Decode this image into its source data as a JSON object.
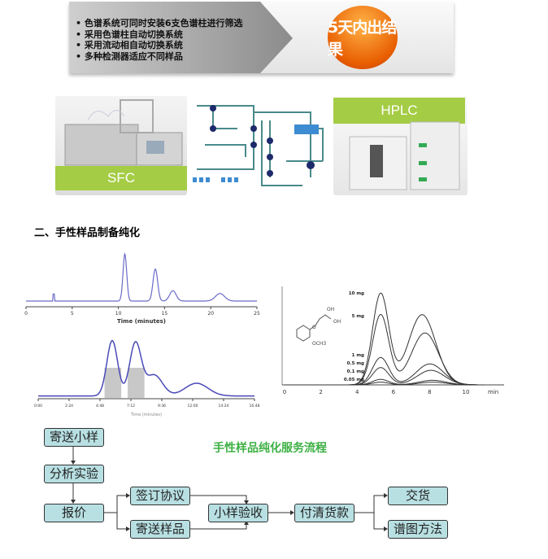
{
  "banner": {
    "bullets": [
      "色谱系统可同时安装6支色谱柱进行筛选",
      "采用色谱柱自动切换系统",
      "采用流动相自动切换系统",
      "多种检测器适应不同样品"
    ],
    "badge": "5天内出结果",
    "colors": {
      "badge": "#e85d00",
      "label_green": "#a5cc45"
    }
  },
  "equipment": {
    "sfc_label": "SFC",
    "hplc_label": "HPLC"
  },
  "section_heading": "二、手性样品制备纯化",
  "chart_data": [
    {
      "type": "line",
      "title": "",
      "xlabel": "Time (minutes)",
      "xlim": [
        0,
        25
      ],
      "xticks": [
        "0",
        "5",
        "10",
        "15",
        "20",
        "25"
      ],
      "peaks": [
        {
          "x": 10.7,
          "h": 1.0,
          "w": 0.2
        },
        {
          "x": 14.0,
          "h": 0.68,
          "w": 0.25
        },
        {
          "x": 15.9,
          "h": 0.22,
          "w": 0.35
        },
        {
          "x": 21.0,
          "h": 0.16,
          "w": 0.5
        }
      ],
      "color": "#6a6ac8"
    },
    {
      "type": "line",
      "xlabel": "Time (minutes)",
      "xlim": [
        0,
        16.8
      ],
      "xticks": [
        "0:00",
        "2:24",
        "4:48",
        "7:12",
        "9:36",
        "12:00",
        "14:24",
        "16:48"
      ],
      "peaks": [
        {
          "x": 5.75,
          "h": 1.0,
          "w": 0.42
        },
        {
          "x": 7.55,
          "h": 0.95,
          "w": 0.45
        },
        {
          "x": 9.0,
          "h": 0.38,
          "w": 0.65
        },
        {
          "x": 12.3,
          "h": 0.23,
          "w": 0.9
        }
      ],
      "fractions": [
        [
          5.15,
          6.45
        ],
        [
          6.95,
          8.25
        ]
      ],
      "color": "#4a4ab8"
    },
    {
      "type": "line",
      "xlabel": "min",
      "xlim": [
        0,
        11
      ],
      "xticks": [
        "0",
        "2",
        "4",
        "6",
        "8",
        "10"
      ],
      "series": [
        {
          "name": "10 mg",
          "p1": 1.0,
          "p2": 0.77
        },
        {
          "name": "5 mg",
          "p1": 0.77,
          "p2": 0.57
        },
        {
          "name": "1 mg",
          "p1": 0.3,
          "p2": 0.23
        },
        {
          "name": "0.5 mg",
          "p1": 0.19,
          "p2": 0.16
        },
        {
          "name": "0.1 mg",
          "p1": 0.06,
          "p2": 0.05
        },
        {
          "name": "0.05 mg",
          "p1": 0.03,
          "p2": 0.03
        }
      ],
      "structure_labels": [
        "OH",
        "OH",
        "O",
        "OCH3"
      ],
      "color": "#333333"
    }
  ],
  "flow": {
    "title": "手性样品纯化服务流程",
    "steps": [
      "寄送小样",
      "分析实验",
      "报价",
      "签订协议",
      "寄送样品",
      "小样验收",
      "付清货款",
      "交货",
      "谱图方法"
    ]
  }
}
